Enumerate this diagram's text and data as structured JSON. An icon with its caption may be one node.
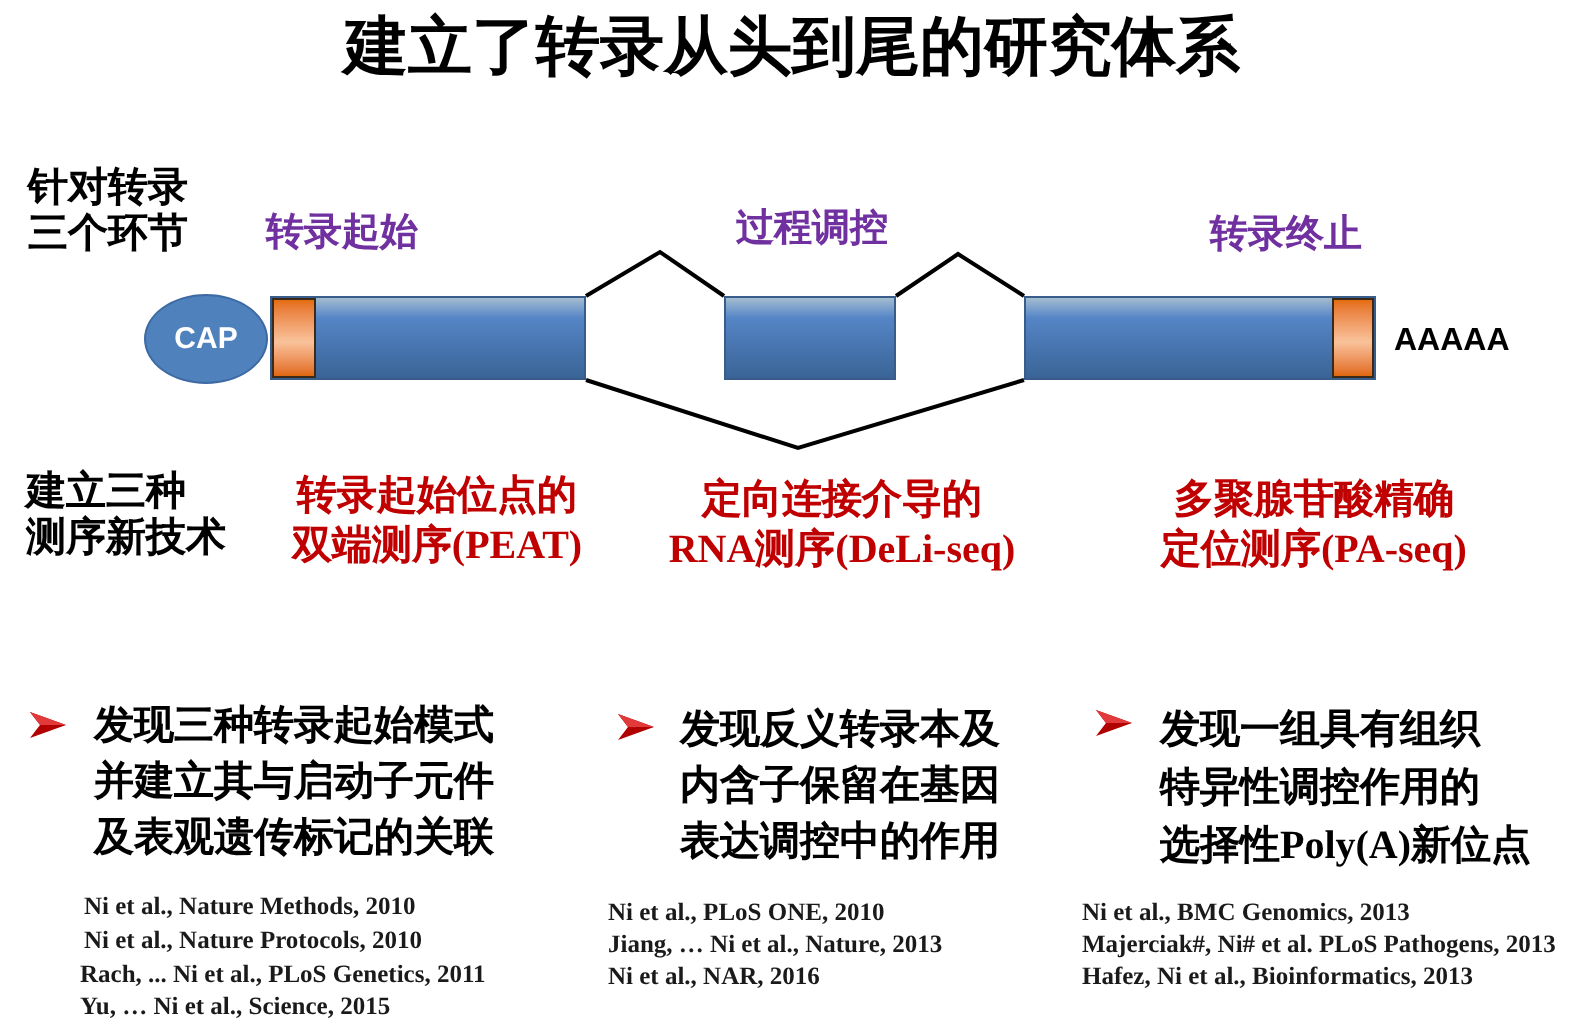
{
  "diagram": {
    "title": "建立了转录从头到尾的研究体系",
    "nodes": [
      {
        "text": [
          "CAP"
        ]
      },
      {
        "text": [],
        "shape": "bar"
      },
      {
        "text": [],
        "shape": "bar"
      },
      {
        "text": [],
        "shape": "bar",
        "beside": [
          "AAAAA"
        ]
      }
    ],
    "edges": [
      {
        "from": 1,
        "to": 2,
        "arrow": "none"
      },
      {
        "from": 2,
        "to": 3,
        "arrow": "none"
      },
      {
        "from": 1,
        "to": 3,
        "arrow": "none"
      }
    ],
    "labels": [
      "针对转录三个环节",
      "转录起始",
      "过程调控",
      "转录终止",
      "建立三种测序新技术",
      "转录起始位点的双端测序(PEAT)",
      "定向连接介导的RNA测序(DeLi-seq)",
      "多聚腺苷酸精确定位测序(PA-seq)",
      "发现三种转录起始模式并建立其与启动子元件及表观遗传标记的关联",
      "发现反义转录本及内含子保留在基因表达调控中的作用",
      "发现一组具有组织特异性调控作用的选择性Poly(A)新位点",
      "Ni et al., Nature Methods, 2010",
      "Ni et al., Nature Protocols, 2010",
      "Rach, ... Ni et al., PLoS Genetics, 2011",
      "Yu, … Ni et al., Science, 2015",
      "Ni et al., PLoS ONE, 2010",
      "Jiang, … Ni et al., Nature, 2013",
      "Ni et al., NAR, 2016",
      "Ni et al., BMC Genomics, 2013",
      "Majerciak#, Ni# et al. PLoS Pathogens, 2013",
      "Hafez, Ni et al., Bioinformatics, 2013"
    ]
  }
}
